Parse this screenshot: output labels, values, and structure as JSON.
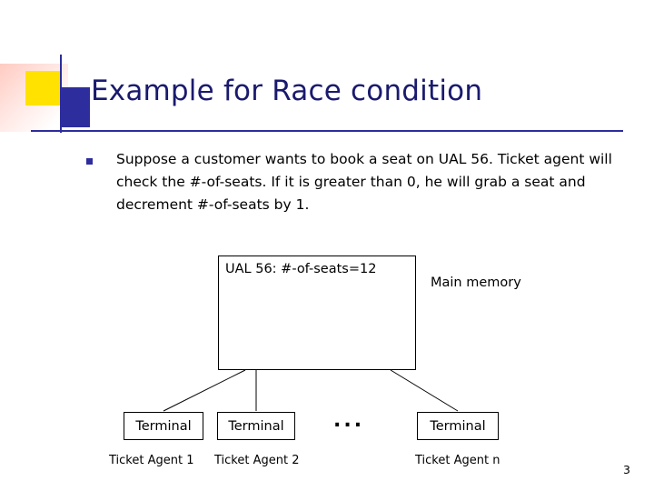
{
  "slide": {
    "title": "Example for Race condition",
    "bullet": {
      "marker": "square-bullet",
      "text": "Suppose a customer wants to book a seat on UAL 56. Ticket agent will check the #-of-seats. If it is greater than 0, he will grab a seat and decrement #-of-seats by 1."
    },
    "diagram": {
      "memory_box_label": "UAL 56:  #-of-seats=12",
      "main_memory_label": "Main memory",
      "terminals": [
        {
          "box_label": "Terminal",
          "caption": "Ticket Agent 1"
        },
        {
          "box_label": "Terminal",
          "caption": "Ticket Agent 2"
        },
        {
          "box_label": "Terminal",
          "caption": "Ticket Agent n"
        }
      ],
      "ellipsis": "..."
    },
    "page_number": "3",
    "colors": {
      "title": "#1a1a6e",
      "accent_blue": "#2d2d9e",
      "accent_yellow": "#ffe200",
      "text": "#000000"
    }
  }
}
